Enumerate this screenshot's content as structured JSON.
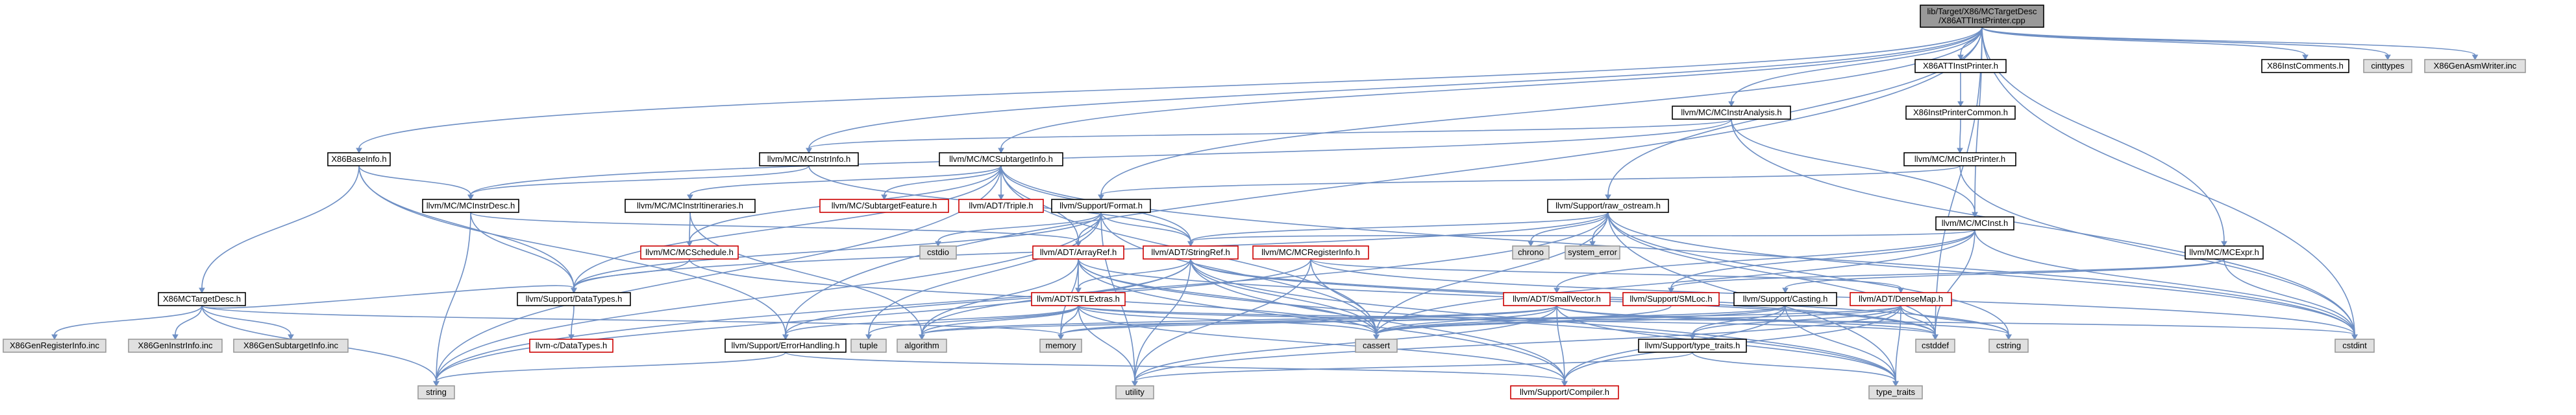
{
  "diagram": {
    "colors": {
      "edge": "#6e8fc4",
      "root_fill": "#999999",
      "normal_fill": "#ffffff",
      "system_fill": "#e0e0e0",
      "border_black": "#000000",
      "border_red": "#cc0000",
      "border_gray": "#999999"
    },
    "nodes": [
      {
        "id": "root",
        "lines": [
          "lib/Target/X86/MCTargetDesc",
          "/X86ATTInstPrinter.cpp"
        ],
        "style": "root"
      },
      {
        "id": "x86baseinfo",
        "lines": [
          "X86BaseInfo.h"
        ],
        "style": "normal"
      },
      {
        "id": "mcinstrdesc",
        "lines": [
          "llvm/MC/MCInstrDesc.h"
        ],
        "style": "normal"
      },
      {
        "id": "mcinstrinfo",
        "lines": [
          "llvm/MC/MCInstrInfo.h"
        ],
        "style": "normal"
      },
      {
        "id": "mcsubtargetinfo",
        "lines": [
          "llvm/MC/MCSubtargetInfo.h"
        ],
        "style": "normal"
      },
      {
        "id": "mcinstranalysis",
        "lines": [
          "llvm/MC/MCInstrAnalysis.h"
        ],
        "style": "normal"
      },
      {
        "id": "x86attinstprinter",
        "lines": [
          "X86ATTInstPrinter.h"
        ],
        "style": "normal"
      },
      {
        "id": "x86instprintercommon",
        "lines": [
          "X86InstPrinterCommon.h"
        ],
        "style": "normal"
      },
      {
        "id": "mcinstprinter",
        "lines": [
          "llvm/MC/MCInstPrinter.h"
        ],
        "style": "normal"
      },
      {
        "id": "x86instcomments",
        "lines": [
          "X86InstComments.h"
        ],
        "style": "normal"
      },
      {
        "id": "cinttypes",
        "lines": [
          "cinttypes"
        ],
        "style": "system"
      },
      {
        "id": "x86genasmwriter",
        "lines": [
          "X86GenAsmWriter.inc"
        ],
        "style": "system"
      },
      {
        "id": "mcinstrinineraries",
        "lines": [
          "llvm/MC/MCInstrItineraries.h"
        ],
        "style": "normal"
      },
      {
        "id": "mcsubtargetfeature",
        "lines": [
          "llvm/MC/SubtargetFeature.h"
        ],
        "style": "red"
      },
      {
        "id": "adttriple",
        "lines": [
          "llvm/ADT/Triple.h"
        ],
        "style": "red"
      },
      {
        "id": "supportformat",
        "lines": [
          "llvm/Support/Format.h"
        ],
        "style": "normal"
      },
      {
        "id": "rawostream",
        "lines": [
          "llvm/Support/raw_ostream.h"
        ],
        "style": "normal"
      },
      {
        "id": "mcinst",
        "lines": [
          "llvm/MC/MCInst.h"
        ],
        "style": "normal"
      },
      {
        "id": "mcschedule",
        "lines": [
          "llvm/MC/MCSchedule.h"
        ],
        "style": "red"
      },
      {
        "id": "cstdio",
        "lines": [
          "cstdio"
        ],
        "style": "system"
      },
      {
        "id": "adtarrayref",
        "lines": [
          "llvm/ADT/ArrayRef.h"
        ],
        "style": "red"
      },
      {
        "id": "adtstringref",
        "lines": [
          "llvm/ADT/StringRef.h"
        ],
        "style": "red"
      },
      {
        "id": "mcregisterinfo",
        "lines": [
          "llvm/MC/MCRegisterInfo.h"
        ],
        "style": "red"
      },
      {
        "id": "chrono",
        "lines": [
          "chrono"
        ],
        "style": "system"
      },
      {
        "id": "systemerror",
        "lines": [
          "system_error"
        ],
        "style": "system"
      },
      {
        "id": "mcexpr",
        "lines": [
          "llvm/MC/MCExpr.h"
        ],
        "style": "normal"
      },
      {
        "id": "x86mctargetdesc",
        "lines": [
          "X86MCTargetDesc.h"
        ],
        "style": "normal"
      },
      {
        "id": "datatypes",
        "lines": [
          "llvm/Support/DataTypes.h"
        ],
        "style": "normal"
      },
      {
        "id": "adtstlextras",
        "lines": [
          "llvm/ADT/STLExtras.h"
        ],
        "style": "red"
      },
      {
        "id": "adtsmallvector",
        "lines": [
          "llvm/ADT/SmallVector.h"
        ],
        "style": "red"
      },
      {
        "id": "supportsmloc",
        "lines": [
          "llvm/Support/SMLoc.h"
        ],
        "style": "red"
      },
      {
        "id": "supportcasting",
        "lines": [
          "llvm/Support/Casting.h"
        ],
        "style": "normal"
      },
      {
        "id": "adtdensemap",
        "lines": [
          "llvm/ADT/DenseMap.h"
        ],
        "style": "red"
      },
      {
        "id": "x86genregisterinfo",
        "lines": [
          "X86GenRegisterInfo.inc"
        ],
        "style": "system"
      },
      {
        "id": "x86geninstrinfo",
        "lines": [
          "X86GenInstrInfo.inc"
        ],
        "style": "system"
      },
      {
        "id": "x86gensubtargetinfo",
        "lines": [
          "X86GenSubtargetInfo.inc"
        ],
        "style": "system"
      },
      {
        "id": "cdatatypes",
        "lines": [
          "llvm-c/DataTypes.h"
        ],
        "style": "red"
      },
      {
        "id": "errorhandling",
        "lines": [
          "llvm/Support/ErrorHandling.h"
        ],
        "style": "normal"
      },
      {
        "id": "tuple",
        "lines": [
          "tuple"
        ],
        "style": "system"
      },
      {
        "id": "algorithm",
        "lines": [
          "algorithm"
        ],
        "style": "system"
      },
      {
        "id": "memory",
        "lines": [
          "memory"
        ],
        "style": "system"
      },
      {
        "id": "cassert",
        "lines": [
          "cassert"
        ],
        "style": "system"
      },
      {
        "id": "typetraits_h",
        "lines": [
          "llvm/Support/type_traits.h"
        ],
        "style": "normal"
      },
      {
        "id": "cstddef",
        "lines": [
          "cstddef"
        ],
        "style": "system"
      },
      {
        "id": "cstring",
        "lines": [
          "cstring"
        ],
        "style": "system"
      },
      {
        "id": "cstdint",
        "lines": [
          "cstdint"
        ],
        "style": "system"
      },
      {
        "id": "string",
        "lines": [
          "string"
        ],
        "style": "system"
      },
      {
        "id": "utility",
        "lines": [
          "utility"
        ],
        "style": "system"
      },
      {
        "id": "compiler",
        "lines": [
          "llvm/Support/Compiler.h"
        ],
        "style": "red"
      },
      {
        "id": "typetraits",
        "lines": [
          "type_traits"
        ],
        "style": "system"
      }
    ]
  }
}
